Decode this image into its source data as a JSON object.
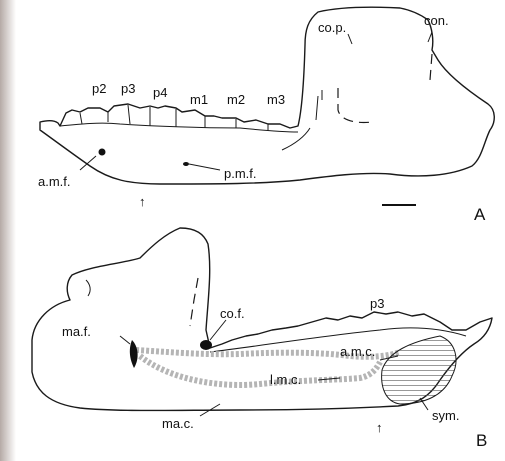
{
  "panel_a": {
    "panel_letter": "A",
    "labels": {
      "cop": "co.p.",
      "con": "con.",
      "p2": "p2",
      "p3": "p3",
      "p4": "p4",
      "m1": "m1",
      "m2": "m2",
      "m3": "m3",
      "amf": "a.m.f.",
      "pmf": "p.m.f."
    }
  },
  "panel_b": {
    "panel_letter": "B",
    "labels": {
      "cof": "co.f.",
      "p3": "p3",
      "maf": "ma.f.",
      "amc": "a.m.c.",
      "lmc": "l.m.c.",
      "sym": "sym.",
      "mac": "ma.c."
    }
  },
  "arrow_glyph": "↑",
  "colors": {
    "ink": "#1a1a1a",
    "canal_fill": "#b5b5b5",
    "symphysis_hatch": "#555555"
  }
}
